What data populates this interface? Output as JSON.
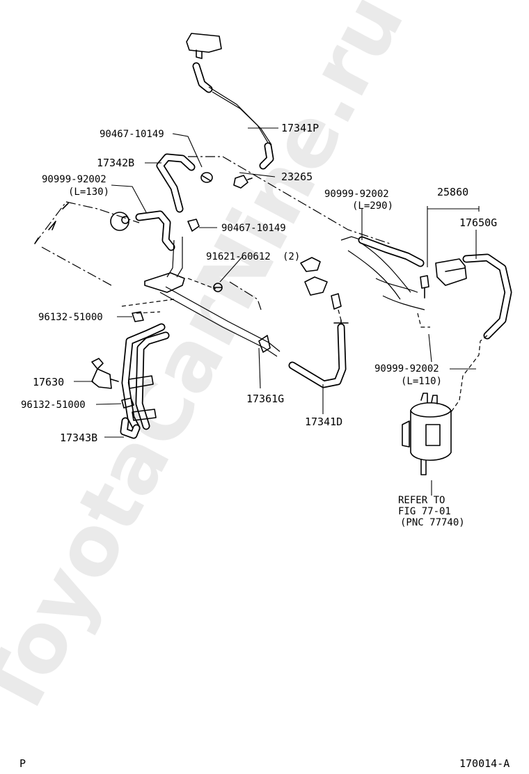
{
  "watermark": "ToyotaCarNine.ru",
  "footer": {
    "left_code": "P",
    "figure_code": "170014-A"
  },
  "callouts": {
    "c17341P": "17341P",
    "c90467a": "90467-10149",
    "c17342B": "17342B",
    "c23265": "23265",
    "c90999a": "90999-92002",
    "c90999a_len": "(L=130)",
    "c90999b": "90999-92002",
    "c90999b_len": "(L=290)",
    "c25860": "25860",
    "c17650G": "17650G",
    "c90467b": "90467-10149",
    "c91621": "91621-60612",
    "c91621_qty": "(2)",
    "c96132a": "96132-51000",
    "c17630": "17630",
    "c96132b": "96132-51000",
    "c17343B": "17343B",
    "c17361G": "17361G",
    "c17341D": "17341D",
    "c90999c": "90999-92002",
    "c90999c_len": "(L=110)",
    "refer_line1": "REFER TO",
    "refer_line2": "FIG 77-01",
    "refer_line3": "(PNC 77740)"
  }
}
